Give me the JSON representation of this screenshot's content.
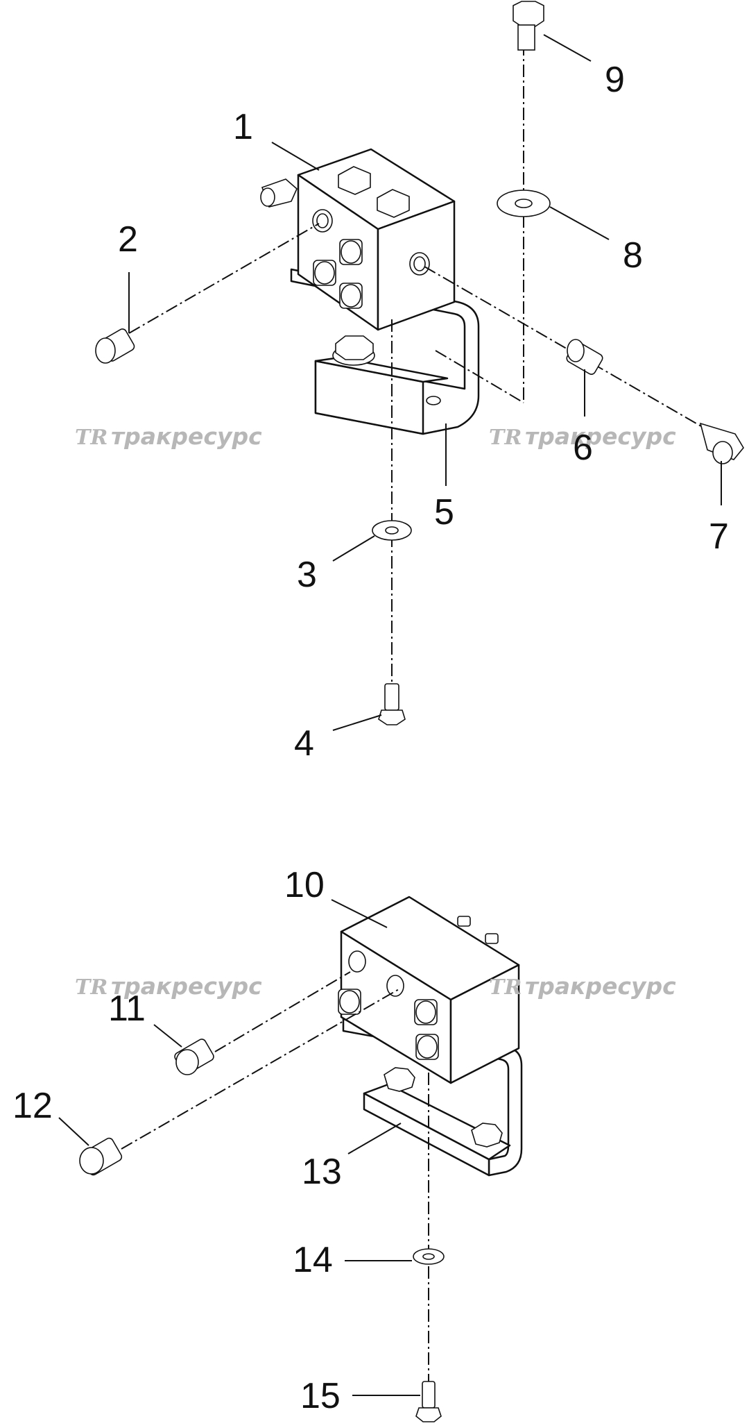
{
  "callouts": [
    "1",
    "2",
    "3",
    "4",
    "5",
    "6",
    "7",
    "8",
    "9",
    "10",
    "11",
    "12",
    "13",
    "14",
    "15"
  ],
  "watermark": {
    "logo": "TR",
    "text": "тракресурс"
  },
  "icons": [
    "valve-block",
    "fitting",
    "elbow-fitting",
    "washer",
    "bolt",
    "bracket"
  ]
}
